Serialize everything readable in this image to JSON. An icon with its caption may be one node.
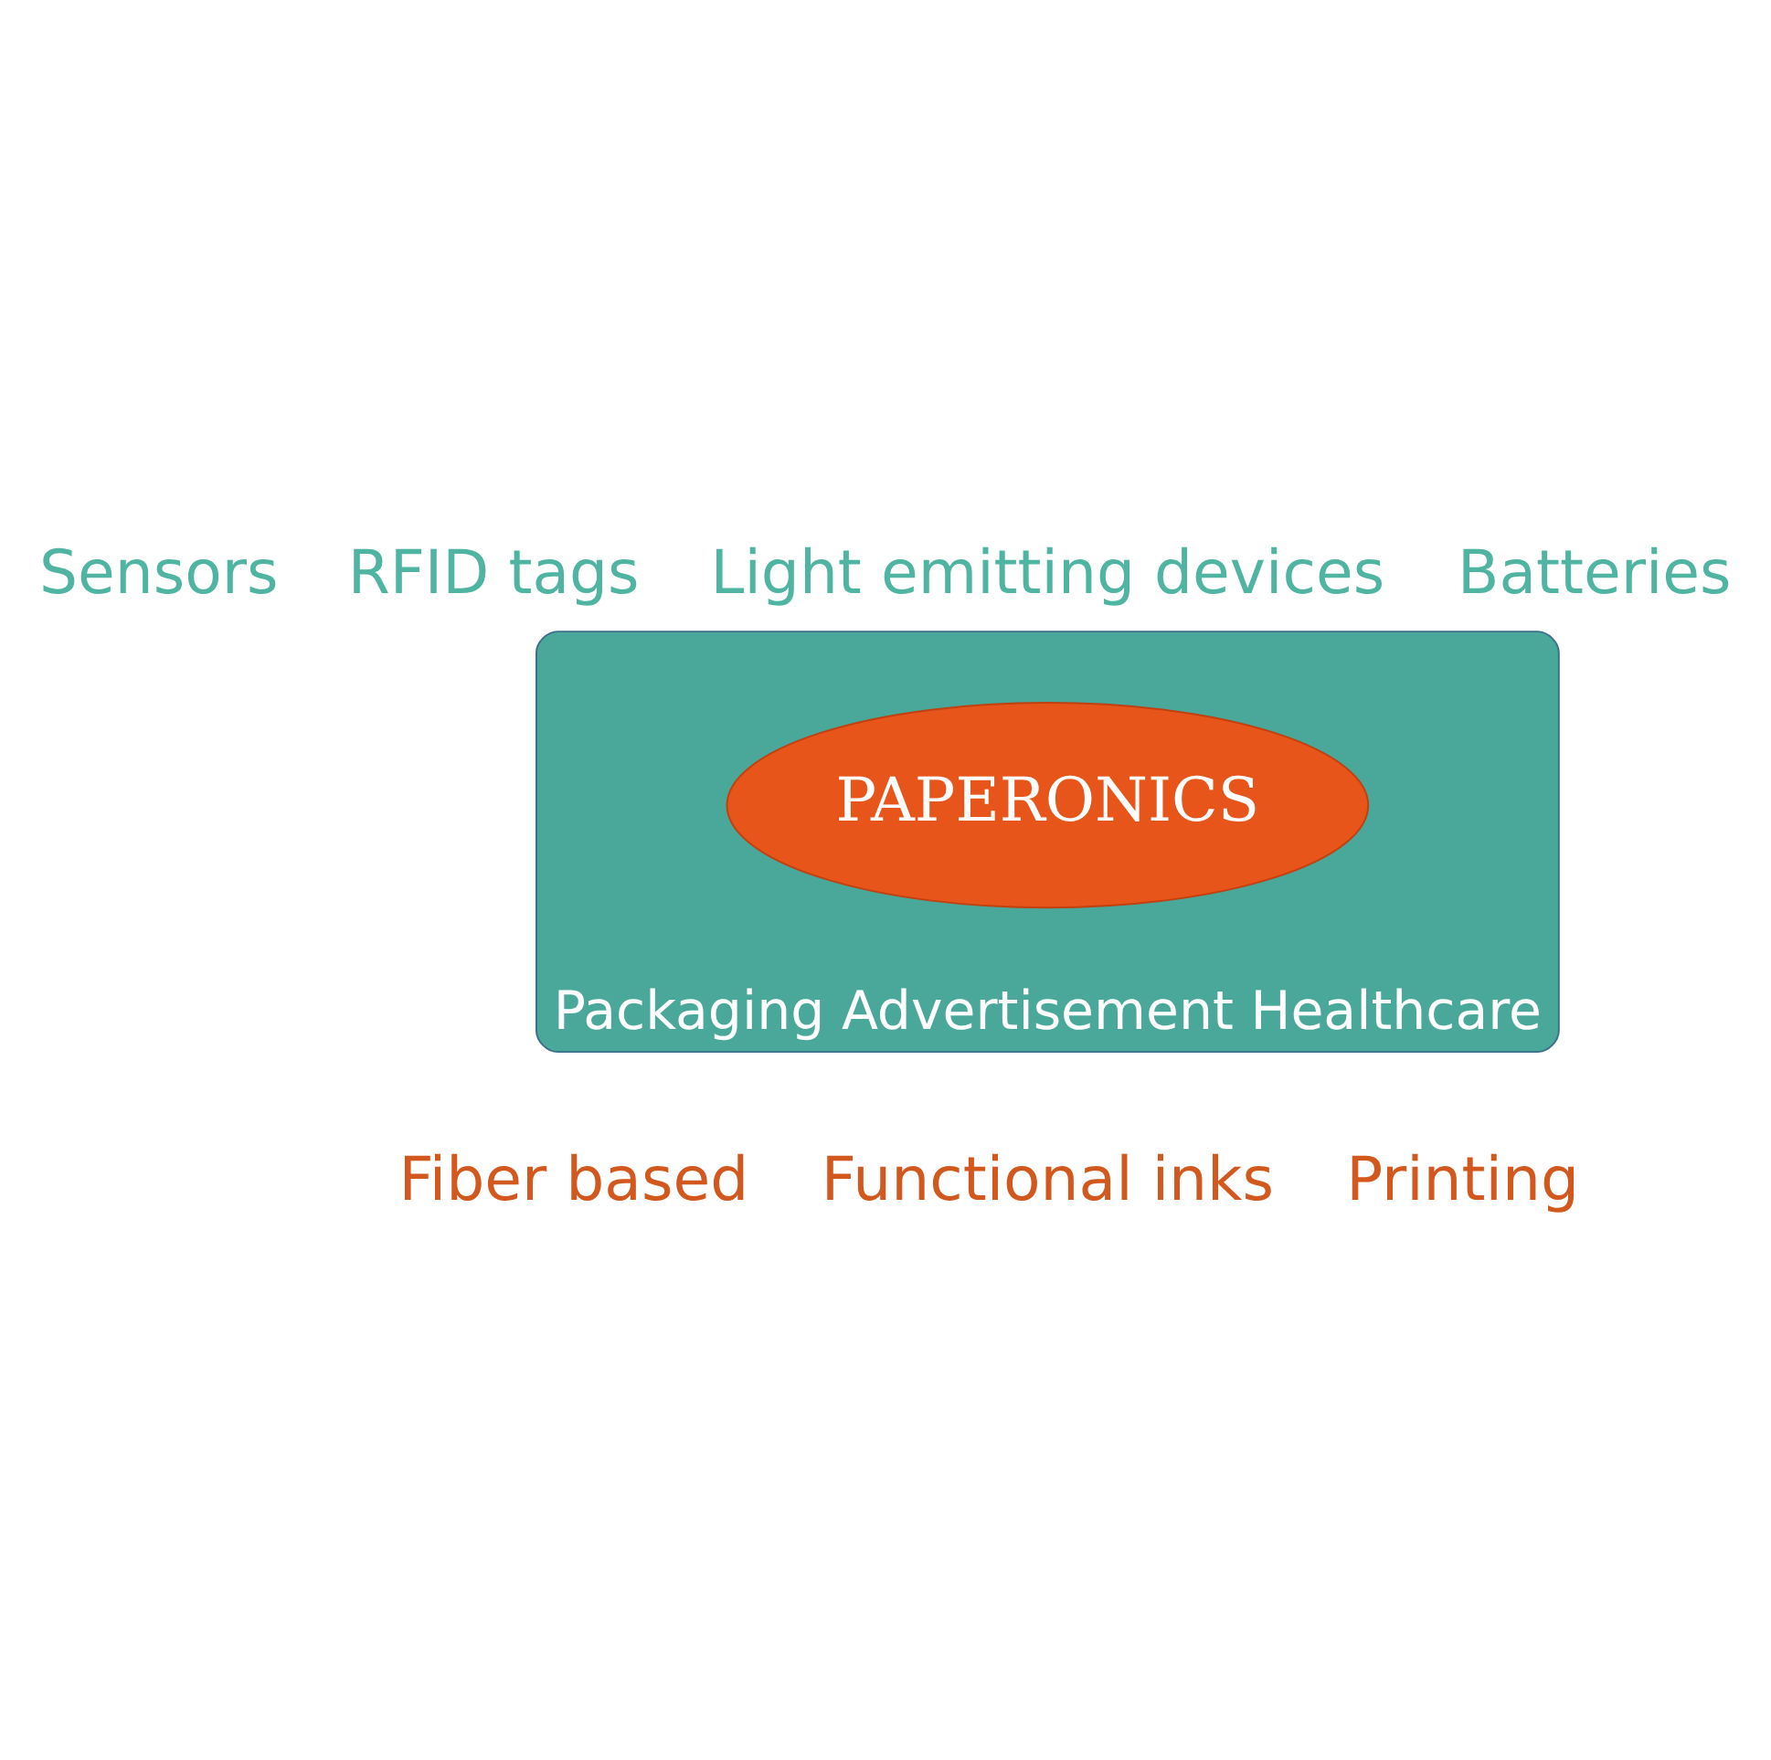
{
  "diagram": {
    "nodes": [
      {
        "text": [
          "Packaging Advertisement Healthcare"
        ]
      },
      {
        "text": [
          "PAPERONICS"
        ],
        "in": 0
      }
    ],
    "labels": [
      "Sensors",
      "RFID tags",
      "Light emitting devices",
      "Batteries",
      "Fiber based",
      "Functional inks",
      "Printing"
    ]
  }
}
